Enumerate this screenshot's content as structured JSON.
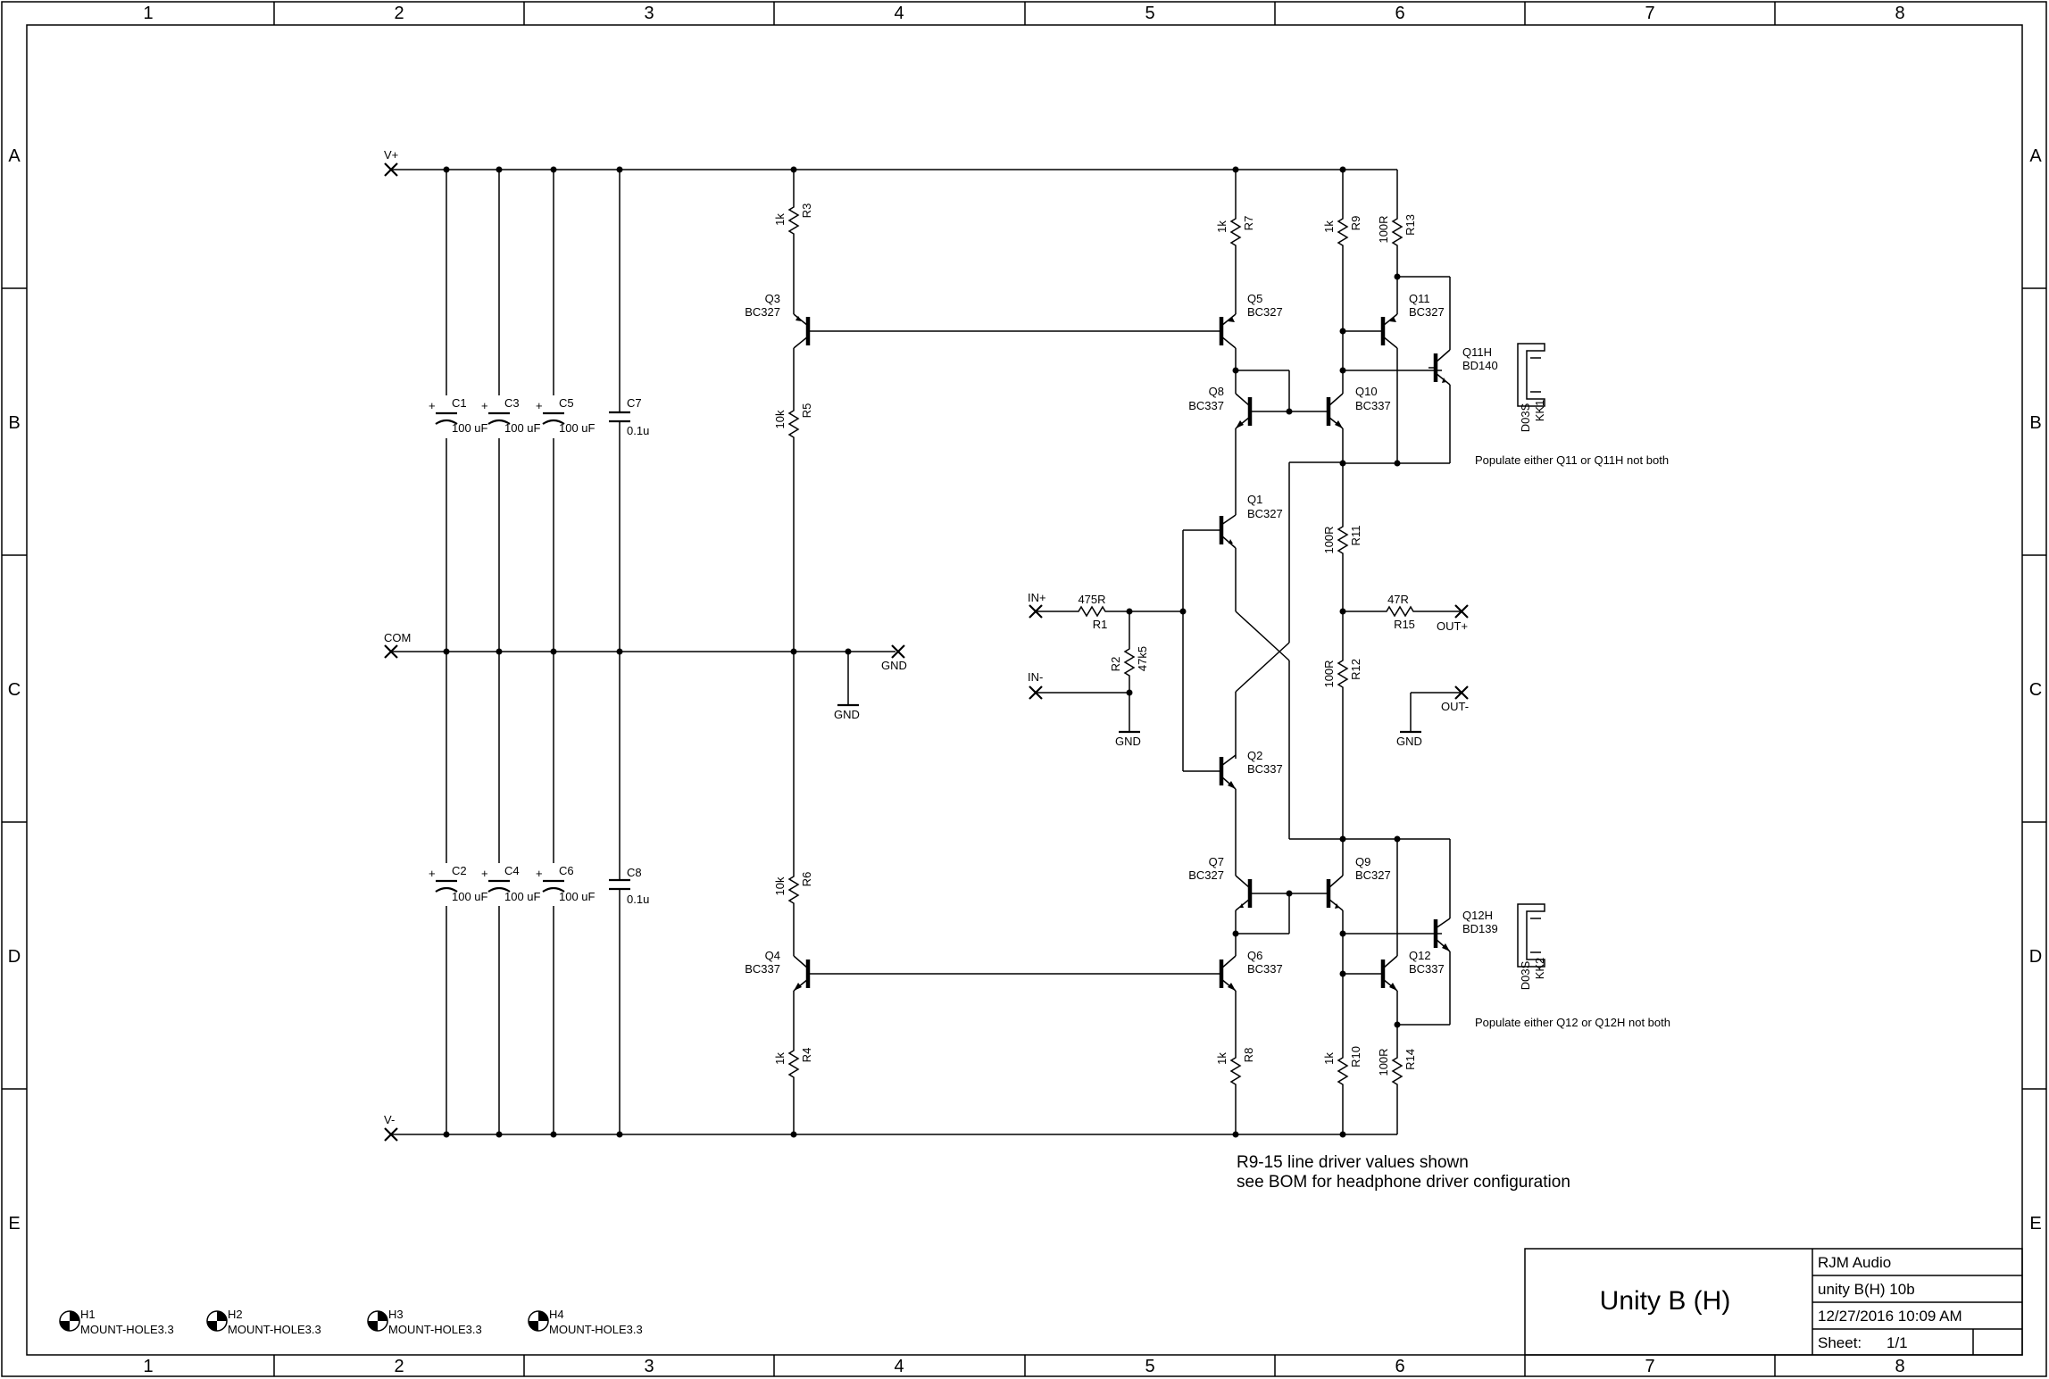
{
  "frame": {
    "columns": [
      "1",
      "2",
      "3",
      "4",
      "5",
      "6",
      "7",
      "8"
    ],
    "rows": [
      "A",
      "B",
      "C",
      "D",
      "E"
    ]
  },
  "nets": {
    "vplus": "V+",
    "vminus": "V-",
    "com": "COM",
    "gnd": "GND",
    "in_plus": "IN+",
    "in_minus": "IN-",
    "out_plus": "OUT+",
    "out_minus": "OUT-"
  },
  "components": {
    "C1": {
      "ref": "C1",
      "value": "100 uF"
    },
    "C2": {
      "ref": "C2",
      "value": "100 uF"
    },
    "C3": {
      "ref": "C3",
      "value": "100 uF"
    },
    "C4": {
      "ref": "C4",
      "value": "100 uF"
    },
    "C5": {
      "ref": "C5",
      "value": "100 uF"
    },
    "C6": {
      "ref": "C6",
      "value": "100 uF"
    },
    "C7": {
      "ref": "C7",
      "value": "0.1u"
    },
    "C8": {
      "ref": "C8",
      "value": "0.1u"
    },
    "R1": {
      "ref": "R1",
      "value": "475R"
    },
    "R2": {
      "ref": "R2",
      "value": "47k5"
    },
    "R3": {
      "ref": "R3",
      "value": "1k"
    },
    "R4": {
      "ref": "R4",
      "value": "1k"
    },
    "R5": {
      "ref": "R5",
      "value": "10k"
    },
    "R6": {
      "ref": "R6",
      "value": "10k"
    },
    "R7": {
      "ref": "R7",
      "value": "1k"
    },
    "R8": {
      "ref": "R8",
      "value": "1k"
    },
    "R9": {
      "ref": "R9",
      "value": "1k"
    },
    "R10": {
      "ref": "R10",
      "value": "1k"
    },
    "R11": {
      "ref": "R11",
      "value": "100R"
    },
    "R12": {
      "ref": "R12",
      "value": "100R"
    },
    "R13": {
      "ref": "R13",
      "value": "100R"
    },
    "R14": {
      "ref": "R14",
      "value": "100R"
    },
    "R15": {
      "ref": "R15",
      "value": "47R"
    },
    "Q1": {
      "ref": "Q1",
      "value": "BC327"
    },
    "Q2": {
      "ref": "Q2",
      "value": "BC337"
    },
    "Q3": {
      "ref": "Q3",
      "value": "BC327"
    },
    "Q4": {
      "ref": "Q4",
      "value": "BC337"
    },
    "Q5": {
      "ref": "Q5",
      "value": "BC327"
    },
    "Q6": {
      "ref": "Q6",
      "value": "BC337"
    },
    "Q7": {
      "ref": "Q7",
      "value": "BC327"
    },
    "Q8": {
      "ref": "Q8",
      "value": "BC337"
    },
    "Q9": {
      "ref": "Q9",
      "value": "BC327"
    },
    "Q10": {
      "ref": "Q10",
      "value": "BC337"
    },
    "Q11": {
      "ref": "Q11",
      "value": "BC327"
    },
    "Q12": {
      "ref": "Q12",
      "value": "BC337"
    },
    "Q11H": {
      "ref": "Q11H",
      "value": "BD140"
    },
    "Q12H": {
      "ref": "Q12H",
      "value": "BD139"
    },
    "KK1": {
      "ref": "KK1",
      "value": "D03S"
    },
    "KK2": {
      "ref": "KK2",
      "value": "D03S"
    },
    "H1": {
      "ref": "H1",
      "value": "MOUNT-HOLE3.3"
    },
    "H2": {
      "ref": "H2",
      "value": "MOUNT-HOLE3.3"
    },
    "H3": {
      "ref": "H3",
      "value": "MOUNT-HOLE3.3"
    },
    "H4": {
      "ref": "H4",
      "value": "MOUNT-HOLE3.3"
    }
  },
  "notes": {
    "populate_q11": "Populate either Q11 or Q11H not both",
    "populate_q12": "Populate either Q12 or Q12H not both",
    "driver_line1": "R9-15 line driver values shown",
    "driver_line2": "see BOM for headphone driver configuration"
  },
  "title_block": {
    "title": "Unity B (H)",
    "company": "RJM Audio",
    "document": "unity B(H) 10b",
    "date": "12/27/2016 10:09 AM",
    "sheet_label": "Sheet:",
    "sheet_value": "1/1"
  },
  "colors": {
    "line": "#000000",
    "background": "#ffffff"
  }
}
